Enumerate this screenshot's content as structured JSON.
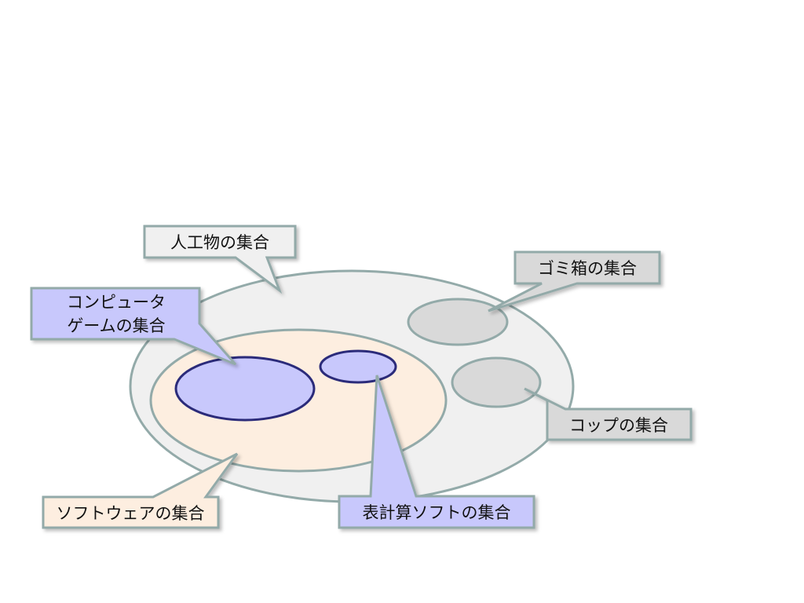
{
  "sets": {
    "artifacts": {
      "label": "人工物の集合",
      "fill": "#f0f0f0",
      "stroke": "#93aaa9"
    },
    "trash_bins": {
      "label": "ゴミ箱の集合",
      "fill": "#d9d9d9",
      "stroke": "#93aaa9"
    },
    "cups": {
      "label": "コップの集合",
      "fill": "#d9d9d9",
      "stroke": "#93aaa9"
    },
    "software": {
      "label": "ソフトウェアの集合",
      "fill": "#fdeee0",
      "stroke": "#93aaa9"
    },
    "computer_games": {
      "label_line1": "コンピュータ",
      "label_line2": "ゲームの集合",
      "fill": "#c8c8fc",
      "stroke": "#2b2b7a"
    },
    "spreadsheets": {
      "label": "表計算ソフトの集合",
      "fill": "#c8c8fc",
      "stroke": "#2b2b7a"
    }
  }
}
